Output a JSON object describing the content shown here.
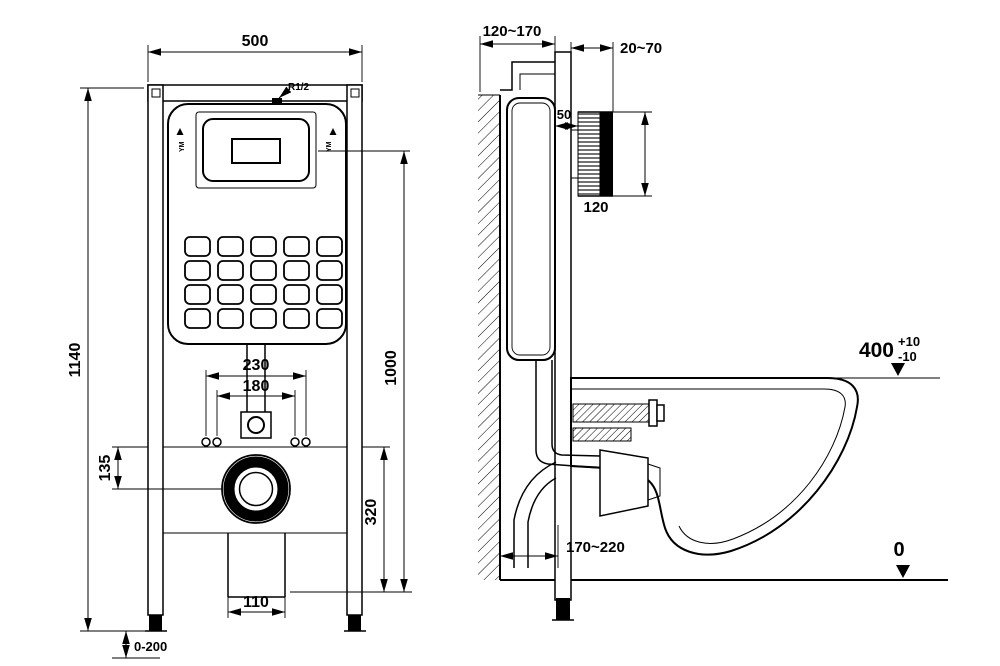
{
  "drawing": {
    "front": {
      "width": "500",
      "height": "1140",
      "bolt_spacing_outer": "230",
      "bolt_spacing_inner": "180",
      "bolt_to_drain": "135",
      "drain_center_height": "320",
      "plate_center_height": "1000",
      "outlet_width": "110",
      "foot_adjustment": "0-200",
      "water_inlet": "R1/2",
      "mark_left": "YM",
      "mark_right": "YM"
    },
    "side": {
      "frame_depth": "120~170",
      "panel_offset": "20~70",
      "top_clearance": "50",
      "plate_width": "120",
      "bowl_height": "400",
      "bowl_height_tol_plus": "+10",
      "bowl_height_tol_minus": "-10",
      "floor_level": "0",
      "drain_distance": "170~220"
    }
  }
}
